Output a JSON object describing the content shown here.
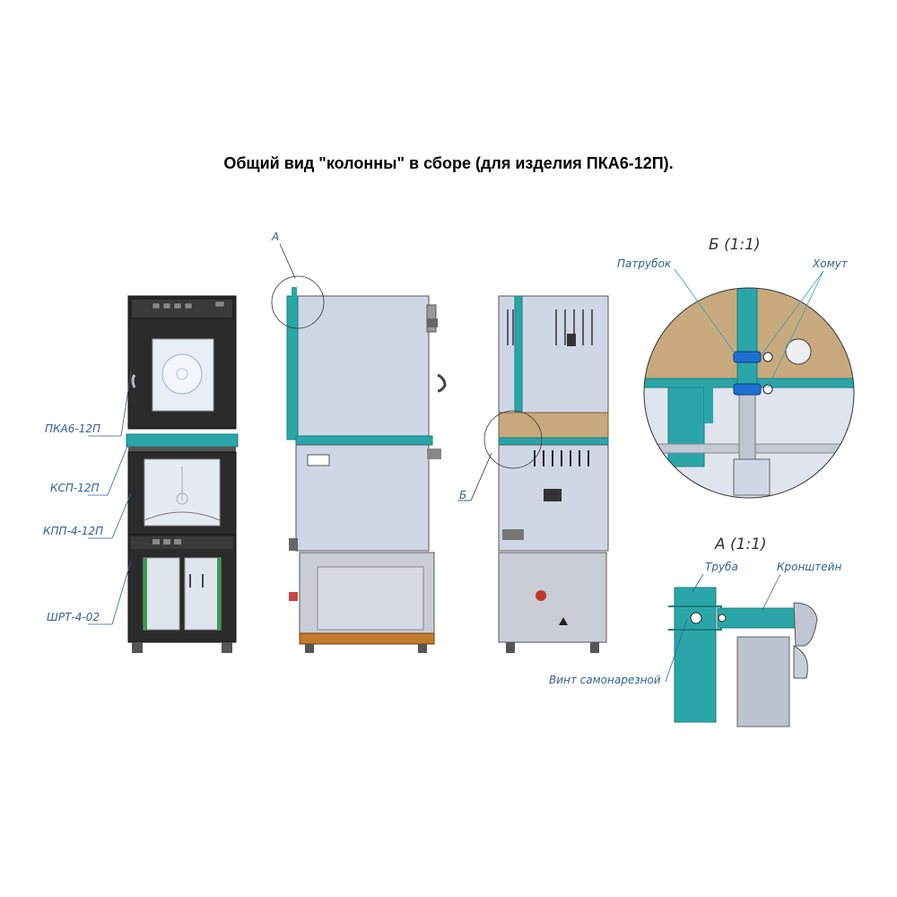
{
  "title": "Общий вид \"колонны\" в сборе (для изделия ПКА6-12П).",
  "front_view": {
    "labels": [
      "ПКА6-12П",
      "КСП-12П",
      "КПП-4-12П",
      "ШРТ-4-02"
    ]
  },
  "side_view": {
    "callout": "А"
  },
  "rear_view": {
    "callout": "Б"
  },
  "detail_b": {
    "title": "Б (1:1)",
    "label_left": "Патрубок",
    "label_right": "Хомут"
  },
  "detail_a": {
    "title": "А (1:1)",
    "label_pipe": "Труба",
    "label_bracket": "Кронштейн",
    "label_screw": "Винт самонарезной"
  },
  "colors": {
    "teal": "#2aa6a8",
    "tan": "#c8a97e",
    "panel": "#cfd6e6",
    "dark": "#2b2b2b",
    "label": "#2f5f9e"
  }
}
